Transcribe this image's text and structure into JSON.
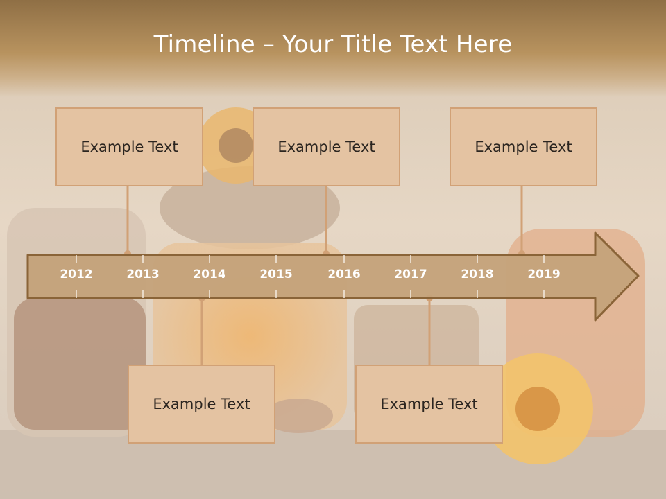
{
  "slide": {
    "title": "Timeline – Your Title Text Here"
  },
  "timeline": {
    "years": [
      "2012",
      "2013",
      "2014",
      "2015",
      "2016",
      "2017",
      "2018",
      "2019"
    ],
    "callouts_top": [
      {
        "text": "Example Text"
      },
      {
        "text": "Example Text"
      },
      {
        "text": "Example Text"
      }
    ],
    "callouts_bottom": [
      {
        "text": "Example Text"
      },
      {
        "text": "Example Text"
      }
    ]
  },
  "colors": {
    "arrow_fill": "#c4a27a",
    "arrow_stroke": "#8a6438",
    "callout_fill": "#e4c3a2",
    "callout_border": "#d1a176",
    "connector": "#d1a176",
    "title_band": "#a88656"
  }
}
